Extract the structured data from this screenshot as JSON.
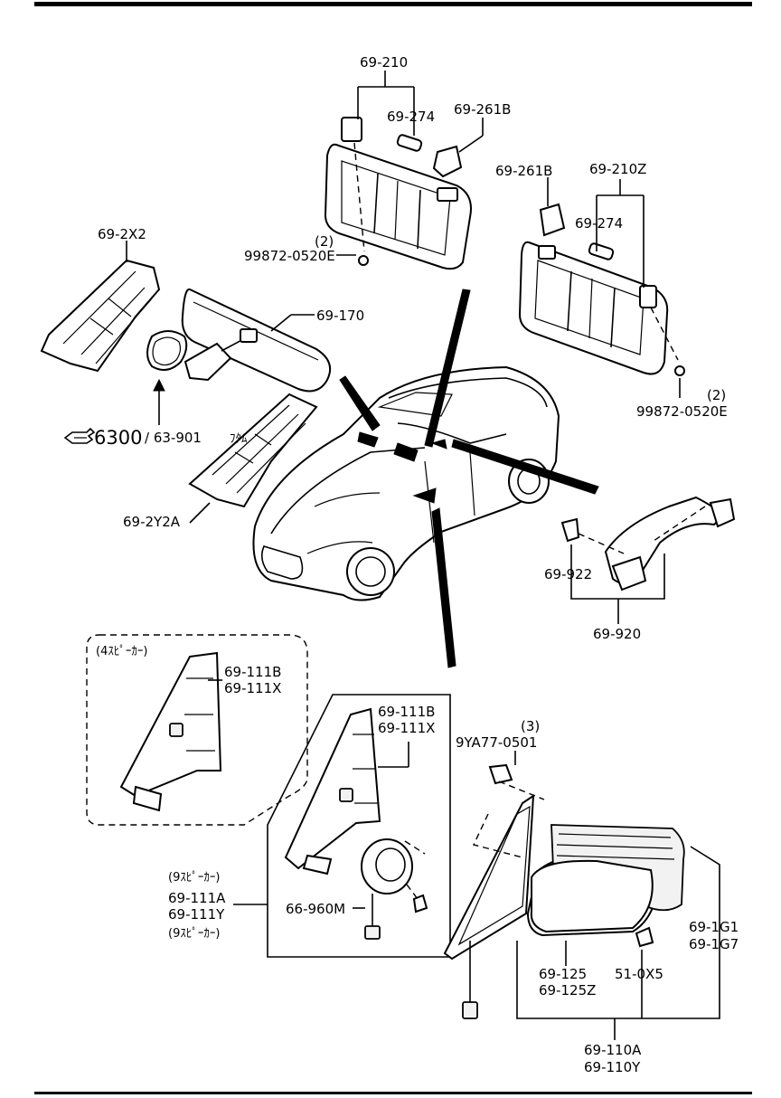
{
  "labels": {
    "p69_210": "69-210",
    "p69_274_a": "69-274",
    "p69_261b_a": "69-261B",
    "qty_2_a": "(2)",
    "p99872_a": "99872-0520E",
    "p69_261b_b": "69-261B",
    "p69_210z": "69-210Z",
    "p69_274_b": "69-274",
    "qty_2_b": "(2)",
    "p99872_b": "99872-0520E",
    "p69_2x2": "69-2X2",
    "p69_170": "69-170",
    "ref_6300": "6300",
    "ref_63901": "/ 63-901",
    "ref_note": "ﾌﾀﾑ",
    "p69_2y2a": "69-2Y2A",
    "p69_922": "69-922",
    "p69_920": "69-920",
    "group_4sp": "(4ｽﾋﾟｰｶｰ)",
    "p69_111b_a": "69-111B",
    "p69_111x_a": "69-111X",
    "p69_111b_b": "69-111B",
    "p69_111x_b": "69-111X",
    "qty_3": "(3)",
    "p9ya77": "9YA77-0501",
    "group_9sp_a": "(9ｽﾋﾟｰｶｰ)",
    "p69_111a": "69-111A",
    "p69_111y": "69-111Y",
    "group_9sp_b": "(9ｽﾋﾟｰｶｰ)",
    "p66_960m": "66-960M",
    "p69_1g1": "69-1G1",
    "p69_1g7": "69-1G7",
    "p69_125": "69-125",
    "p69_125z": "69-125Z",
    "p51_0x5": "51-0X5",
    "p69_110a": "69-110A",
    "p69_110y": "69-110Y"
  },
  "icons": {
    "reference_pointer": "pointing-hand-icon"
  }
}
